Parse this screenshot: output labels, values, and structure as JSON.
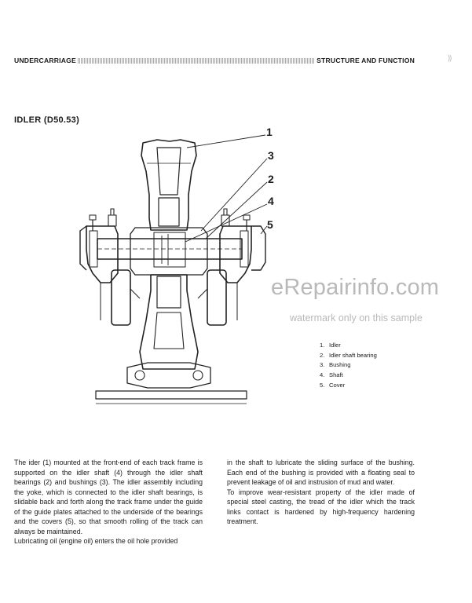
{
  "header": {
    "left": "UNDERCARRIAGE",
    "right": "STRUCTURE AND FUNCTION"
  },
  "section_title": "IDLER (D50.53)",
  "figure": {
    "callouts": [
      "1",
      "3",
      "2",
      "4",
      "5"
    ]
  },
  "watermark": {
    "main": "eRepairinfo.com",
    "sub": "watermark only on this sample"
  },
  "legend": {
    "items": [
      {
        "num": "1.",
        "label": "Idler"
      },
      {
        "num": "2.",
        "label": "Idler shaft bearing"
      },
      {
        "num": "3.",
        "label": "Bushing"
      },
      {
        "num": "4.",
        "label": "Shaft"
      },
      {
        "num": "5.",
        "label": "Cover"
      }
    ]
  },
  "body": {
    "left_paragraphs": [
      "The ider (1) mounted at the front-end of each track frame is supported on the idler shaft (4) through the idler shaft bearings (2) and bushings (3). The idler assembly including the yoke, which is connected to the idler shaft bearings, is slidable back and forth along the track frame under the guide of the guide plates attached to the underside of the bearings and the covers (5), so that smooth rolling of the track can always be maintained.",
      "Lubricating oil (engine oil) enters the oil hole provided"
    ],
    "right_paragraphs": [
      "in the shaft to lubricate the sliding surface of the bushing. Each end of the bushing is provided with a floating seal to prevent leakage of oil and instrusion of mud and water.",
      "To improve wear-resistant property of the idler made of special steel casting, the tread of the idler which the track links contact is hardened by high-frequency hardening treatment."
    ]
  }
}
